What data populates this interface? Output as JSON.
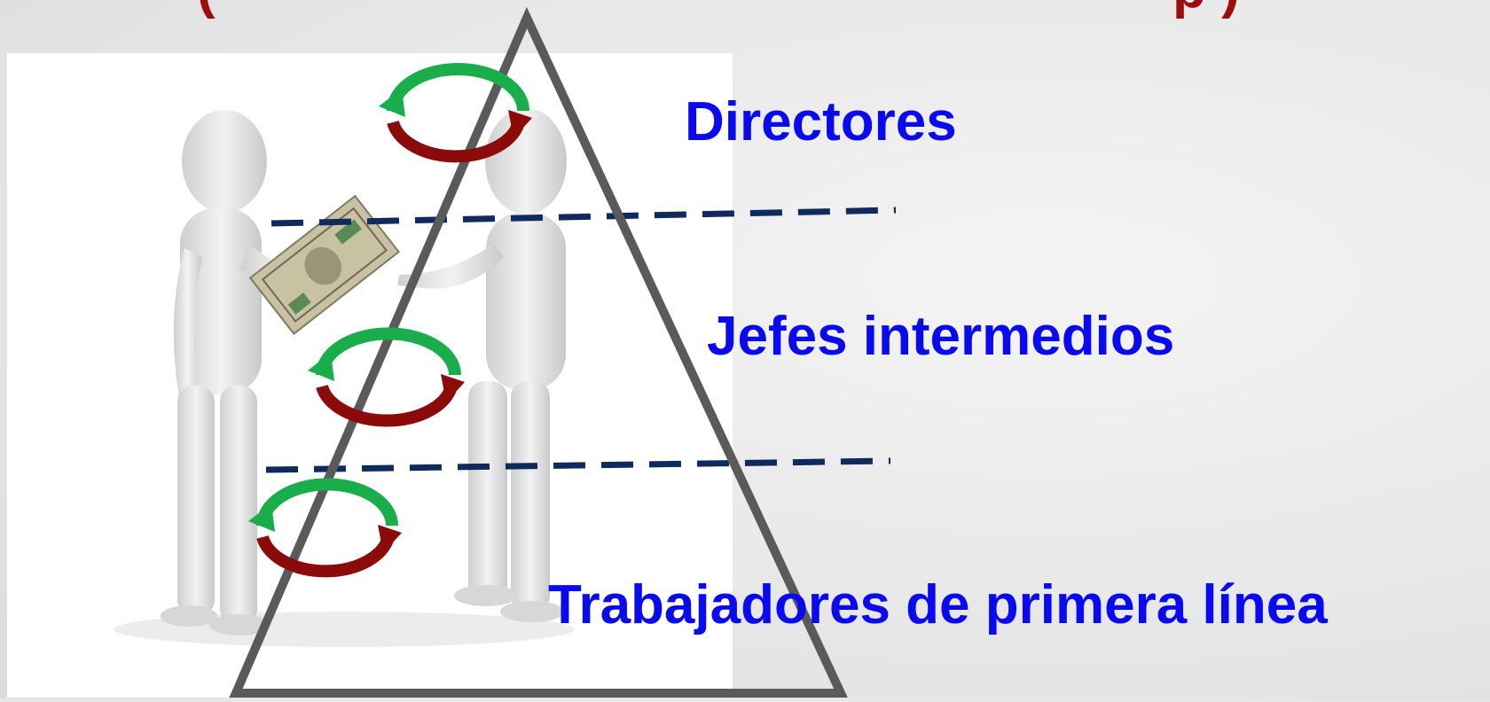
{
  "levels": {
    "top": "Directores",
    "middle": "Jefes intermedios",
    "bottom": "Trabajadores de primera línea"
  },
  "title_fragments": {
    "left": "(",
    "right": "p      )"
  },
  "colors": {
    "label": "#0a0af0",
    "title": "#9c0d0d",
    "triangle": "#5a5a5a",
    "dashed_line": "#0f2a5c",
    "arrow_green": "#1aad4b",
    "arrow_red": "#8b0a0a"
  },
  "icons": [
    "handshake-figures-illustration",
    "banknote-image",
    "cycle-arrows-icon"
  ]
}
